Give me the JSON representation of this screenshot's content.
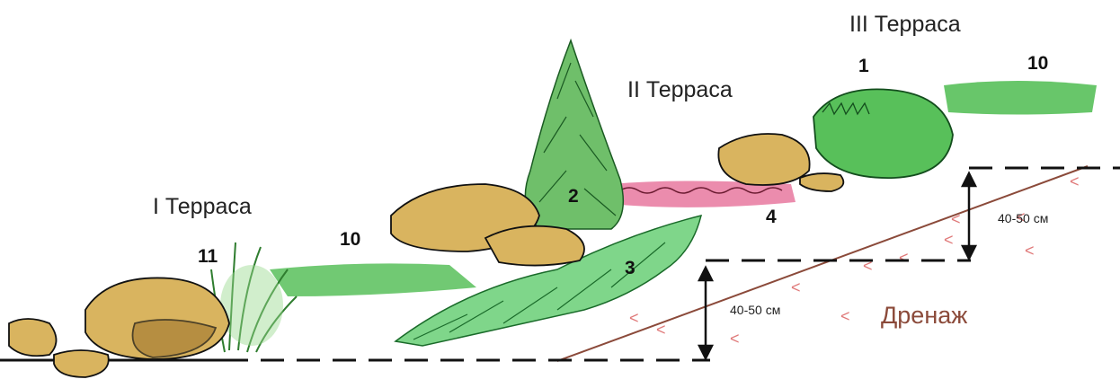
{
  "labels": {
    "terrace_1": "I Терраса",
    "terrace_2": "II Терраса",
    "terrace_3": "III Терраса",
    "drainage": "Дренаж",
    "height_lower": "40-50 см",
    "height_upper": "40-50 см"
  },
  "plant_numbers": {
    "n1": "1",
    "n2": "2",
    "n3": "3",
    "n4": "4",
    "n10_left": "10",
    "n10_right": "10",
    "n11": "11"
  },
  "colors": {
    "stone": "#d9b45f",
    "stone_dark": "#a87f35",
    "conifer": "#6fbf6a",
    "fern": "#7fd68a",
    "ground_cover": "#58c05a",
    "pink_ground_cover": "#e8789f",
    "drain_line": "#8b4a3a",
    "drain_marks": "#e07a7a",
    "ink": "#111111"
  }
}
